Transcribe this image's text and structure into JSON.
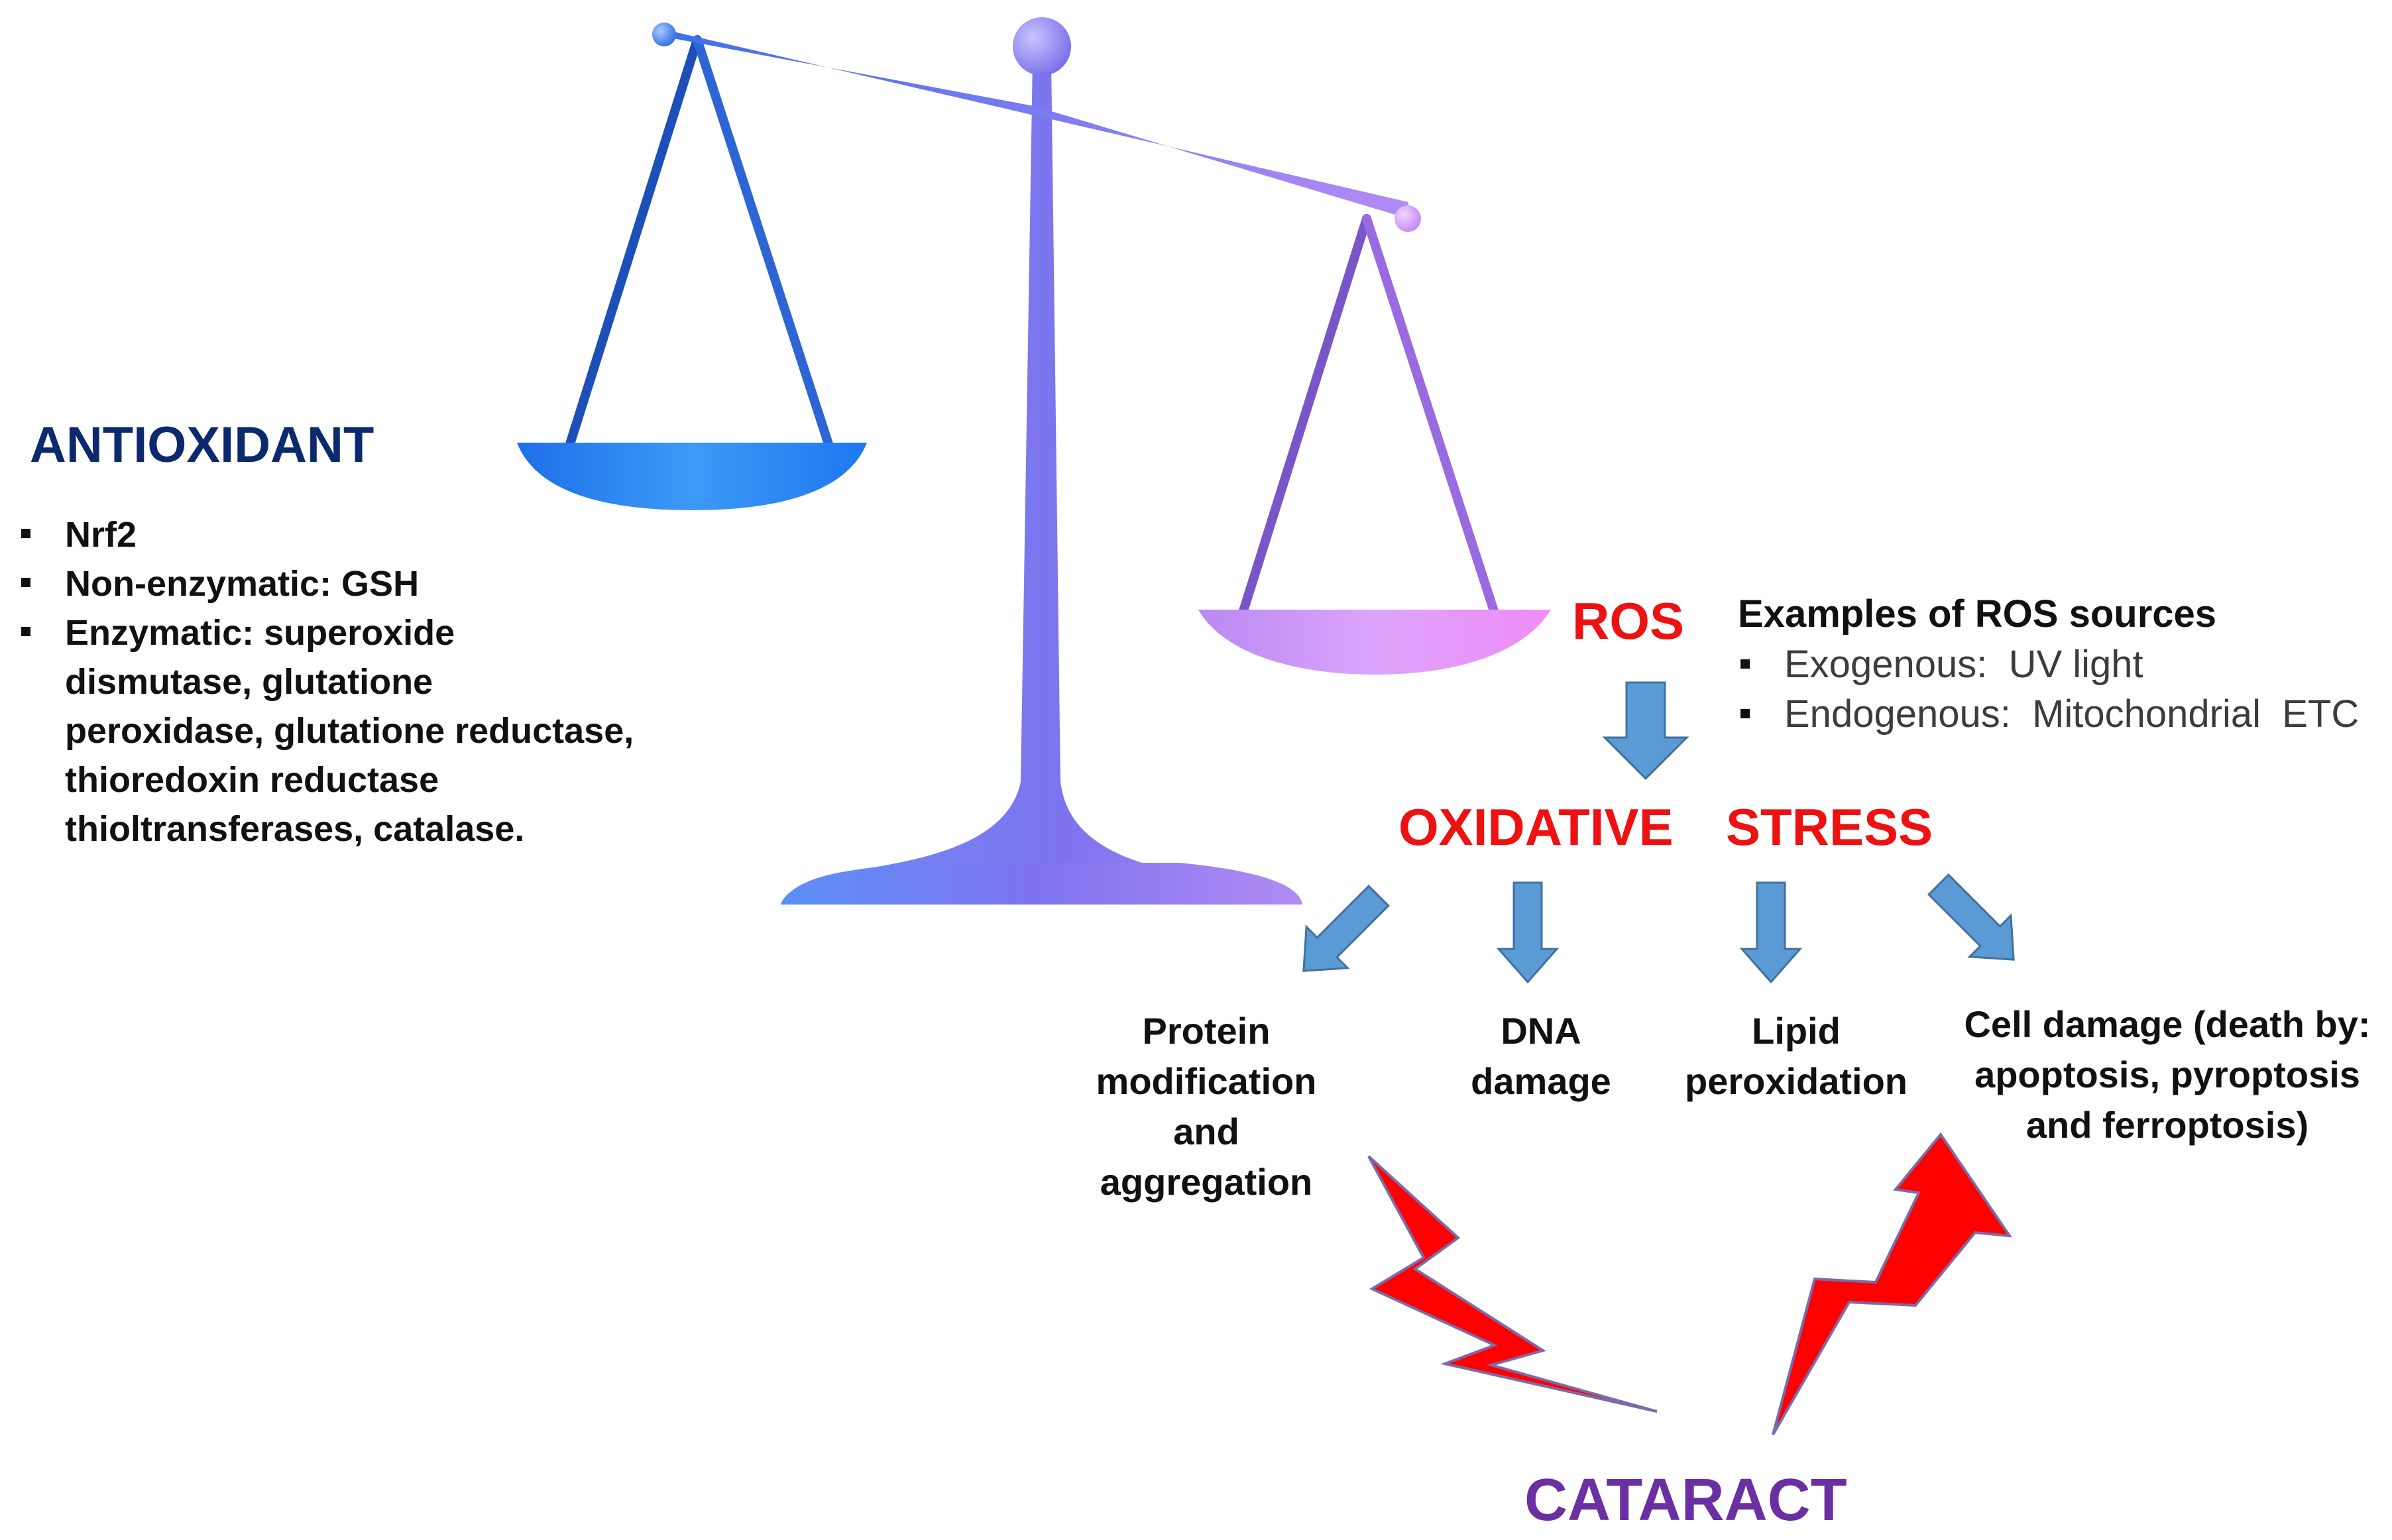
{
  "antioxidant": {
    "title": "ANTIOXIDANT",
    "items": [
      "Nrf2",
      "Non-enzymatic: GSH",
      "Enzymatic: superoxide dismutase, glutatione peroxidase, glutatione reductase, thioredoxin reductase thioltransferases, catalase."
    ]
  },
  "ros": {
    "label": "ROS",
    "sources_title": "Examples of ROS sources",
    "sources": [
      "Exogenous:  UV light",
      "Endogenous:  Mitochondrial  ETC"
    ]
  },
  "oxidative_stress": "OXIDATIVE  STRESS",
  "effects": [
    "Protein modification and aggregation",
    "DNA damage",
    "Lipid peroxidation",
    "Cell damage (death by: apoptosis, pyroptosis and ferroptosis)"
  ],
  "outcome": "CATARACT",
  "colors": {
    "antioxidant_title": "#0b2a6e",
    "ros": "#ee1111",
    "oxidative_stress": "#ee1111",
    "cataract": "#6a2fa3",
    "arrow": "#5b9bd5",
    "lightning": "#ff0000",
    "scale": "#7a6cf0"
  },
  "icons": [
    "balance-scale-icon",
    "down-arrow-icon",
    "lightning-bolt-icon"
  ]
}
